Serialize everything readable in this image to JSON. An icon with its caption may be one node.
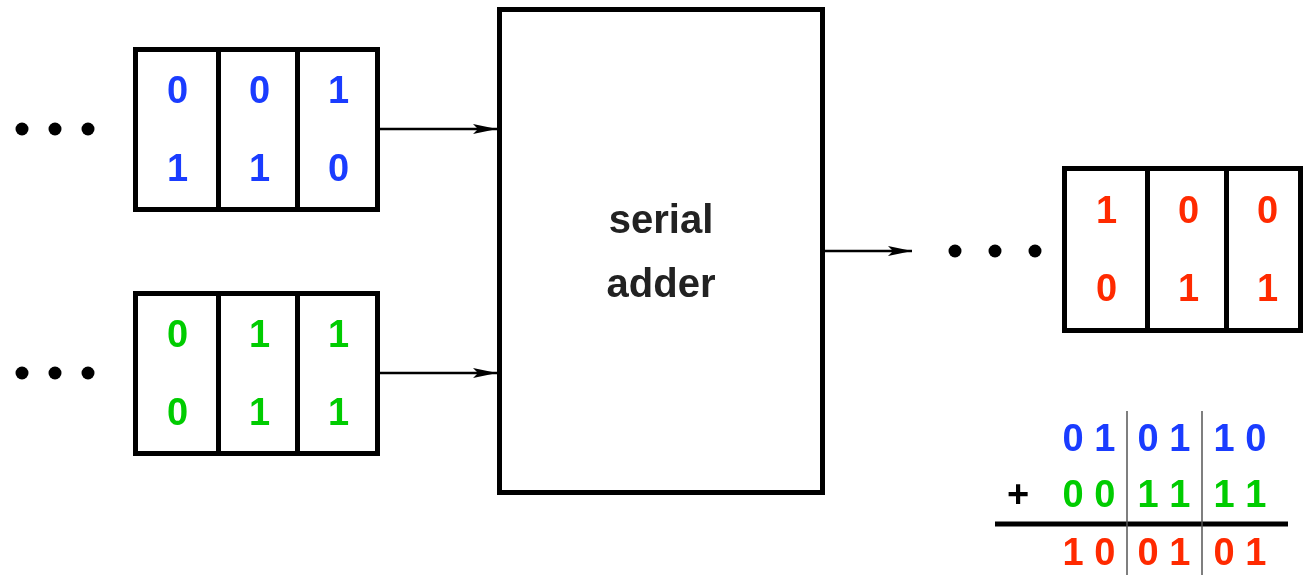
{
  "diagram": {
    "nodes": [
      {
        "text": [],
        "shape": "box"
      },
      {
        "text": [
          "0",
          "1"
        ],
        "in": 0
      },
      {
        "text": [
          "0",
          "1"
        ],
        "in": 0
      },
      {
        "text": [
          "1",
          "0"
        ],
        "in": 0
      },
      {
        "text": [],
        "shape": "box"
      },
      {
        "text": [
          "0",
          "0"
        ],
        "in": 4
      },
      {
        "text": [
          "1",
          "1"
        ],
        "in": 4
      },
      {
        "text": [
          "1",
          "1"
        ],
        "in": 4
      },
      {
        "text": [
          "serial adder"
        ]
      },
      {
        "text": [],
        "shape": "box"
      },
      {
        "text": [
          "1",
          "0"
        ],
        "in": 9
      },
      {
        "text": [
          "0",
          "1"
        ],
        "in": 9
      },
      {
        "text": [
          "0",
          "1"
        ],
        "in": 9
      }
    ],
    "edges": [
      {
        "from": 0,
        "to": 8,
        "arrow": "to"
      },
      {
        "from": 4,
        "to": 8,
        "arrow": "to"
      },
      {
        "from": 8,
        "to": null,
        "arrow": "to"
      }
    ],
    "labels": [
      "0 1",
      "0 1",
      "1 0",
      "+",
      "0 0",
      "1 1",
      "1 1",
      "1 0",
      "0 1",
      "0 1"
    ]
  }
}
